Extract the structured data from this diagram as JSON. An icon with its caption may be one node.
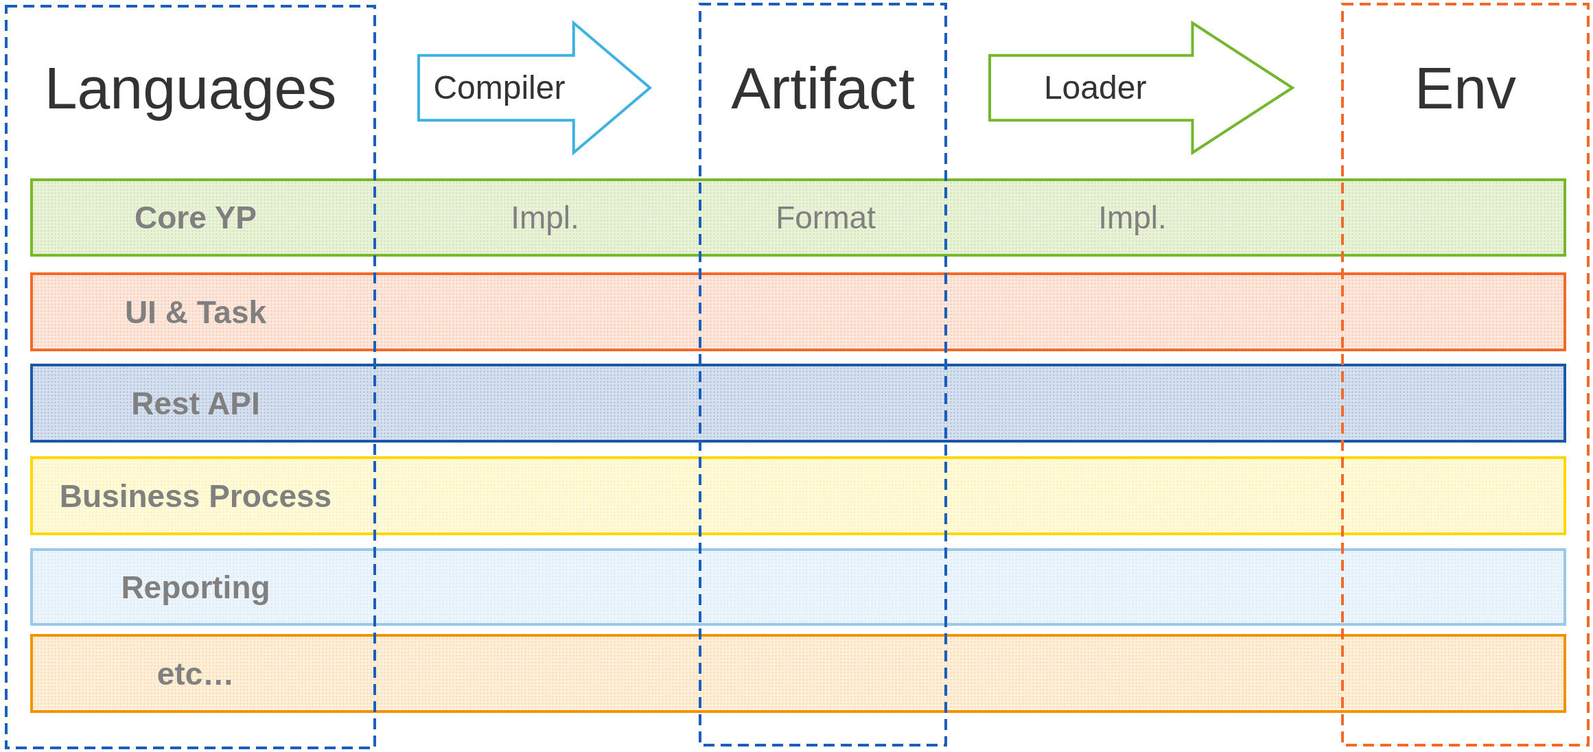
{
  "diagram": {
    "nodes": [
      {
        "text": [
          "Languages"
        ]
      },
      {
        "text": [
          "Artifact"
        ]
      },
      {
        "text": [
          "Env"
        ]
      },
      {
        "text": [
          "Core YP",
          "Impl.",
          "Format",
          "Impl."
        ]
      },
      {
        "text": [
          "UI & Task"
        ]
      },
      {
        "text": [
          "Rest API"
        ]
      },
      {
        "text": [
          "Business Process"
        ]
      },
      {
        "text": [
          "Reporting"
        ]
      },
      {
        "text": [
          "etc…"
        ]
      }
    ],
    "edges": [
      {
        "from": 0,
        "to": 1,
        "arrow": "to",
        "label": "Compiler",
        "style": "thick",
        "color": "#3fb1e3"
      },
      {
        "from": 1,
        "to": 2,
        "arrow": "to",
        "label": "Loader",
        "style": "thick",
        "color": "#72b72d"
      }
    ]
  }
}
